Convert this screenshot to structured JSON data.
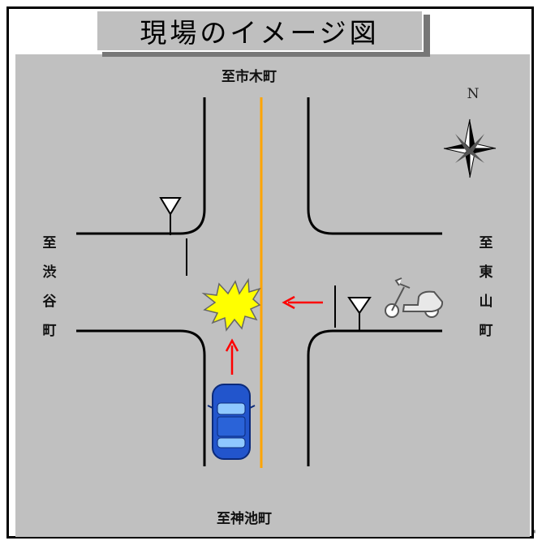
{
  "title": "現場のイメージ図",
  "directions": {
    "north": "至市木町",
    "south": "至神池町",
    "west": "至渋谷町",
    "east": "至東山町"
  },
  "compass_letter": "N",
  "icons": {
    "compass": "compass-rose-icon",
    "collision": "collision-burst-icon",
    "car": "car-icon",
    "scooter": "scooter-icon",
    "stop_sign": "stop-sign-icon"
  },
  "colors": {
    "background": "#c0c0c0",
    "center_line": "#ffa500",
    "arrow": "#ff0000",
    "collision": "#ffff00",
    "car": "#2255cc"
  }
}
